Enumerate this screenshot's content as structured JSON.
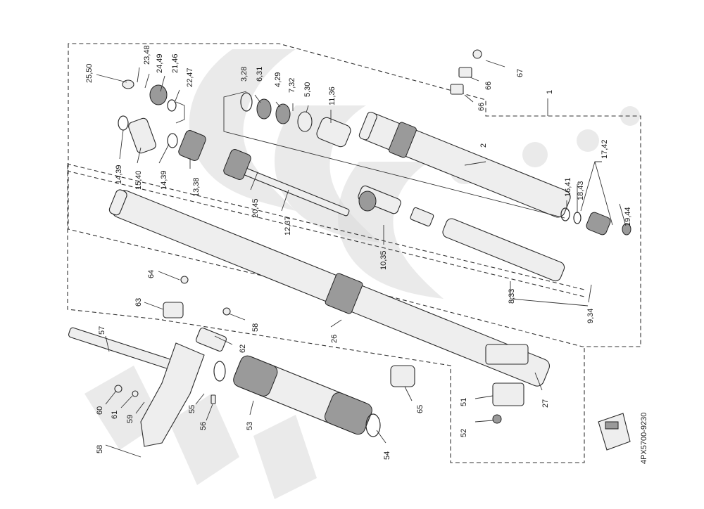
{
  "diagram": {
    "code": "4PX5700-9230",
    "callouts": [
      {
        "id": "c1",
        "text": "25,50"
      },
      {
        "id": "c2",
        "text": "23,48"
      },
      {
        "id": "c3",
        "text": "24,49"
      },
      {
        "id": "c4",
        "text": "21,46"
      },
      {
        "id": "c5",
        "text": "22,47"
      },
      {
        "id": "c6",
        "text": "14,39"
      },
      {
        "id": "c7",
        "text": "15,40"
      },
      {
        "id": "c8",
        "text": "14,39"
      },
      {
        "id": "c9",
        "text": "13,38"
      },
      {
        "id": "c10",
        "text": "20,45"
      },
      {
        "id": "c11",
        "text": "12,37"
      },
      {
        "id": "c12",
        "text": "3,28"
      },
      {
        "id": "c13",
        "text": "6,31"
      },
      {
        "id": "c14",
        "text": "4,29"
      },
      {
        "id": "c15",
        "text": "7,32"
      },
      {
        "id": "c16",
        "text": "5,30"
      },
      {
        "id": "c17",
        "text": "11,36"
      },
      {
        "id": "c18",
        "text": "10,35"
      },
      {
        "id": "c19",
        "text": "2"
      },
      {
        "id": "c20",
        "text": "1"
      },
      {
        "id": "c21",
        "text": "67"
      },
      {
        "id": "c22",
        "text": "66"
      },
      {
        "id": "c23",
        "text": "66"
      },
      {
        "id": "c24",
        "text": "17,42"
      },
      {
        "id": "c25",
        "text": "16,41"
      },
      {
        "id": "c26",
        "text": "18,43"
      },
      {
        "id": "c27",
        "text": "19,44"
      },
      {
        "id": "c28",
        "text": "8,33"
      },
      {
        "id": "c29",
        "text": "9,34"
      },
      {
        "id": "c30",
        "text": "26"
      },
      {
        "id": "c31",
        "text": "27"
      },
      {
        "id": "c32",
        "text": "51"
      },
      {
        "id": "c33",
        "text": "52"
      },
      {
        "id": "c34",
        "text": "65"
      },
      {
        "id": "c35",
        "text": "54"
      },
      {
        "id": "c36",
        "text": "53"
      },
      {
        "id": "c37",
        "text": "64"
      },
      {
        "id": "c38",
        "text": "63"
      },
      {
        "id": "c39",
        "text": "58"
      },
      {
        "id": "c40",
        "text": "62"
      },
      {
        "id": "c41",
        "text": "57"
      },
      {
        "id": "c42",
        "text": "60"
      },
      {
        "id": "c43",
        "text": "61"
      },
      {
        "id": "c44",
        "text": "59"
      },
      {
        "id": "c45",
        "text": "55"
      },
      {
        "id": "c46",
        "text": "56"
      },
      {
        "id": "c47",
        "text": "58"
      }
    ]
  }
}
